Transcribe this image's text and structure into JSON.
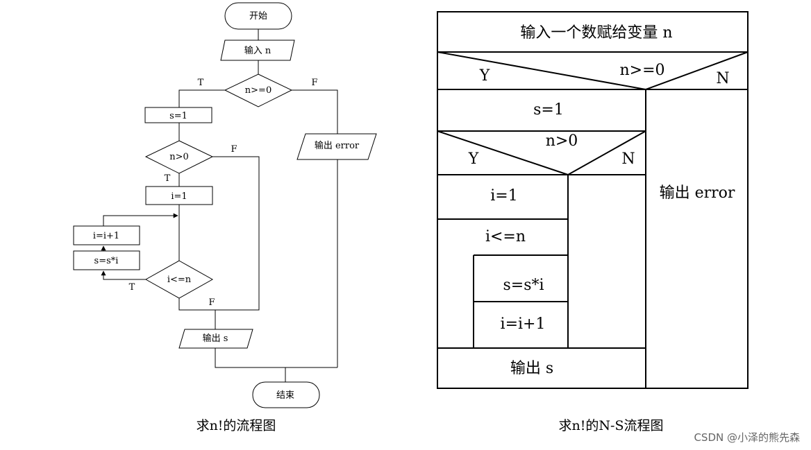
{
  "flowchart": {
    "start": "开始",
    "input": "输入 n",
    "cond1": "n>=0",
    "cond1_true": "T",
    "cond1_false": "F",
    "s_init": "s=1",
    "output_error": "输出 error",
    "cond2": "n>0",
    "cond2_true": "T",
    "cond2_false": "F",
    "i_init": "i=1",
    "i_inc": "i=i+1",
    "s_mul": "s=s*i",
    "cond3": "i<=n",
    "cond3_true": "T",
    "cond3_false": "F",
    "output_s": "输出 s",
    "end": "结束",
    "caption": "求n!的流程图"
  },
  "ns_chart": {
    "input": "输入一个数赋给变量 n",
    "cond1": "n>=0",
    "cond1_yes": "Y",
    "cond1_no": "N",
    "s_init": "s=1",
    "cond2": "n>0",
    "cond2_yes": "Y",
    "cond2_no": "N",
    "i_init": "i=1",
    "loop_cond": "i<=n",
    "s_mul": "s=s*i",
    "i_inc": "i=i+1",
    "output_s": "输出 s",
    "output_error": "输出 error",
    "caption": "求n!的N-S流程图"
  },
  "watermark": "CSDN @小泽的熊先森"
}
